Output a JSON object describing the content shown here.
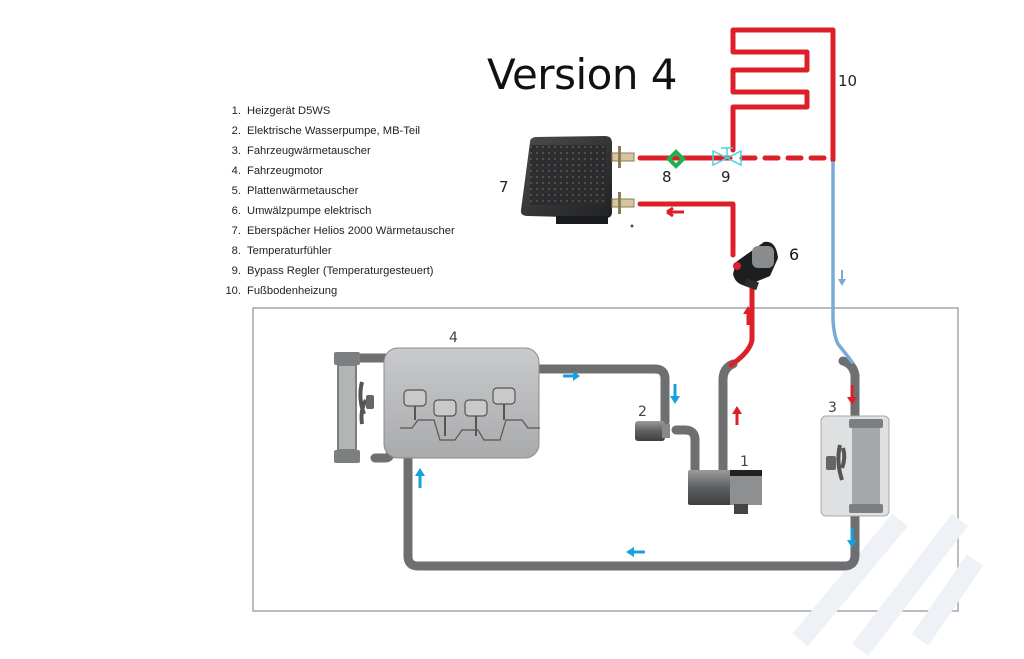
{
  "title": "Version 4",
  "legend": [
    {
      "num": "1.",
      "text": "Heizgerät D5WS"
    },
    {
      "num": "2.",
      "text": "Elektrische Wasserpumpe, MB-Teil"
    },
    {
      "num": "3.",
      "text": "Fahrzeugwärmetauscher"
    },
    {
      "num": "4.",
      "text": "Fahrzeugmotor"
    },
    {
      "num": "5.",
      "text": "Plattenwärmetauscher"
    },
    {
      "num": "6.",
      "text": "Umwälzpumpe elektrisch"
    },
    {
      "num": "7.",
      "text": "Eberspächer Helios 2000 Wärmetauscher"
    },
    {
      "num": "8.",
      "text": "Temperaturfühler"
    },
    {
      "num": "9.",
      "text": "Bypass Regler (Temperaturgesteuert)"
    },
    {
      "num": "10.",
      "text": "Fußbodenheizung"
    }
  ],
  "component_labels": {
    "heater": "1",
    "water_pump": "2",
    "vehicle_heat_exchanger": "3",
    "engine": "4",
    "circulation_pump": "6",
    "helios_heat_exchanger": "7",
    "temp_sensor": "8",
    "bypass_valve": "9",
    "floor_heating": "10"
  },
  "colors": {
    "hot_line": "#dd1f2a",
    "cold_line": "#7aaad6",
    "pipe_gray": "#6e6f71",
    "flow_arrow_blue": "#1aa0dc",
    "flow_arrow_red": "#dd1f2a",
    "sensor_green": "#1fb14a",
    "valve_cyan": "#4fd2df"
  }
}
